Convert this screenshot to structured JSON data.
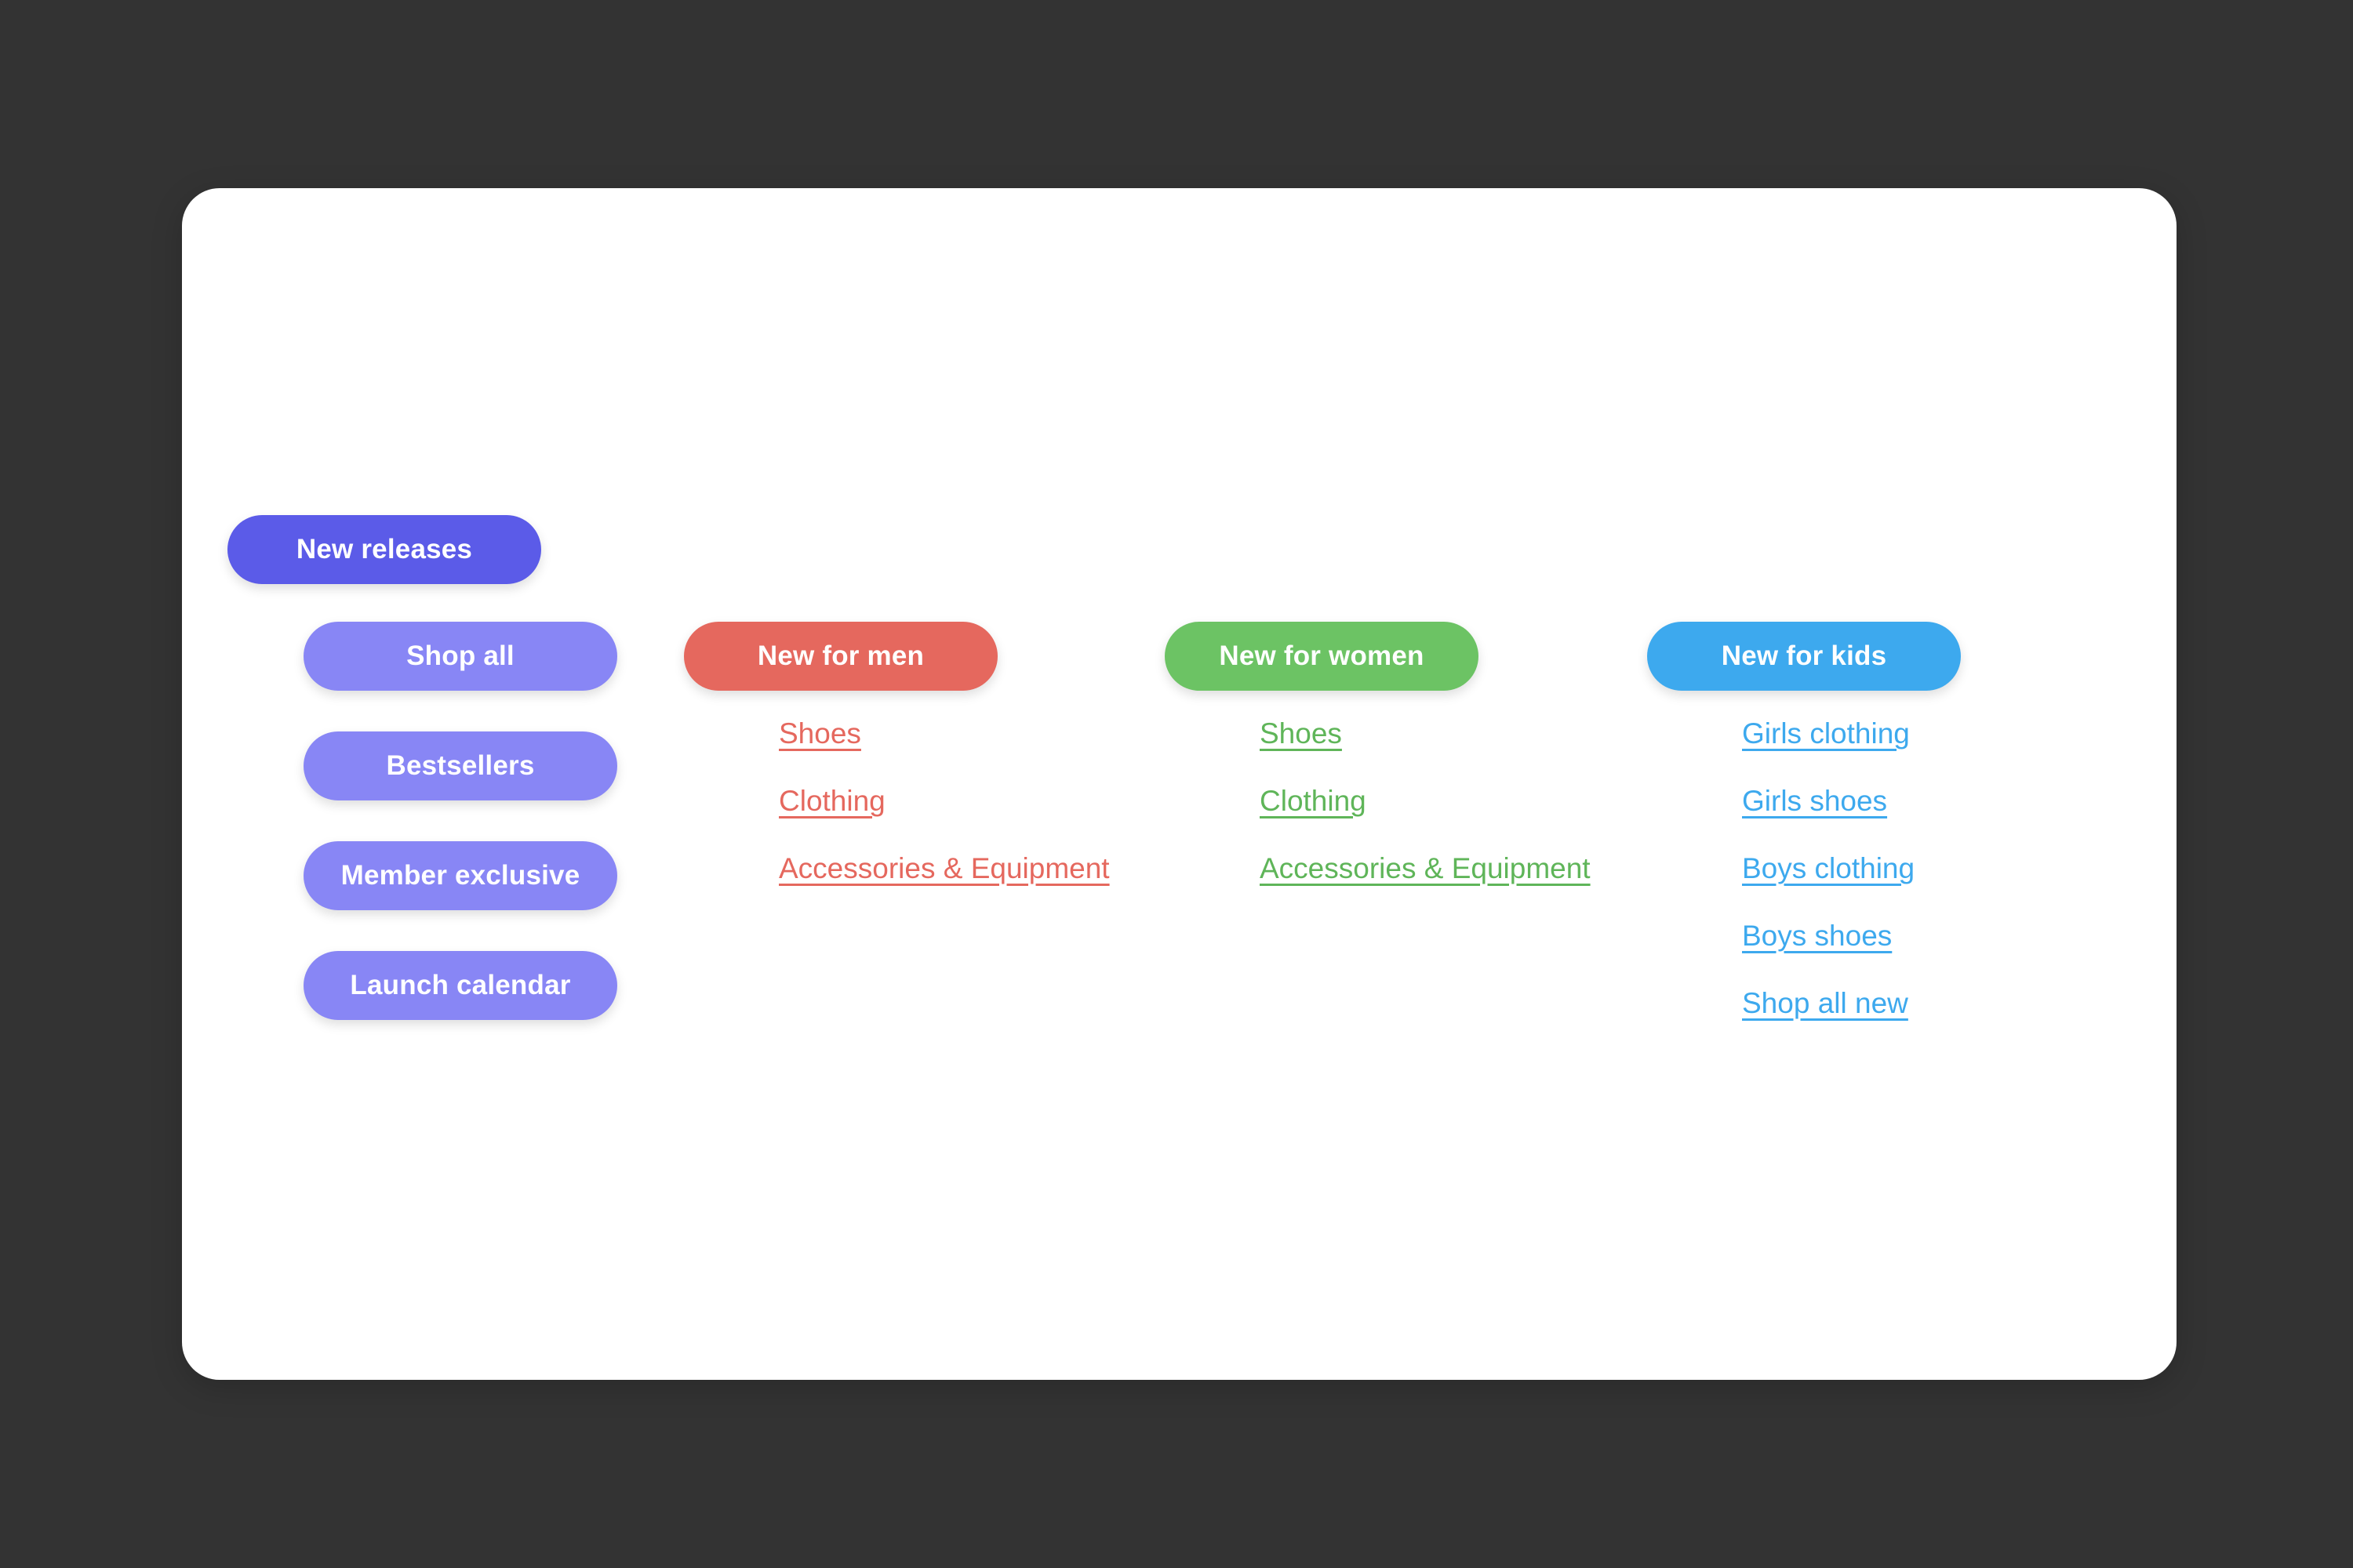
{
  "theme": {
    "page_background": "#333333",
    "card_background": "#ffffff",
    "primary_purple": "#5B5BE8",
    "light_purple": "#8886F5",
    "men_color": "#E5685E",
    "women_color": "#6CC364",
    "women_link_color": "#5FB559",
    "kids_color": "#3DA9EE"
  },
  "nav": {
    "root": {
      "label": "New releases"
    },
    "shortcuts": [
      {
        "label": "Shop all"
      },
      {
        "label": "Bestsellers"
      },
      {
        "label": "Member exclusive"
      },
      {
        "label": "Launch calendar"
      }
    ]
  },
  "columns": [
    {
      "heading": "New for men",
      "color": "#E5685E",
      "links": [
        {
          "label": "Shoes"
        },
        {
          "label": "Clothing"
        },
        {
          "label": "Accessories & Equipment"
        }
      ]
    },
    {
      "heading": "New for women",
      "color": "#6CC364",
      "links": [
        {
          "label": "Shoes"
        },
        {
          "label": "Clothing"
        },
        {
          "label": "Accessories & Equipment"
        }
      ]
    },
    {
      "heading": "New for kids",
      "color": "#3DA9EE",
      "links": [
        {
          "label": "Girls clothing"
        },
        {
          "label": "Girls shoes"
        },
        {
          "label": "Boys clothing"
        },
        {
          "label": "Boys shoes"
        },
        {
          "label": "Shop all new"
        }
      ]
    }
  ]
}
